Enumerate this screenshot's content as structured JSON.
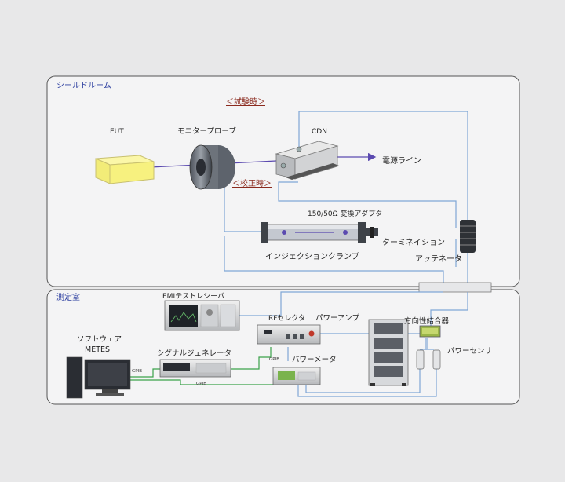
{
  "rooms": {
    "shield": "シールドルーム",
    "measure": "測定室"
  },
  "section_labels": {
    "test": "＜試験時＞",
    "calibration": "＜校正時＞"
  },
  "devices": {
    "eut": "EUT",
    "monitor_probe": "モニタープローブ",
    "cdn": "CDN",
    "power_line": "電源ライン",
    "adapter": "150/50Ω 変換アダプタ",
    "termination": "ターミネイション",
    "injection_clamp": "インジェクションクランプ",
    "attenuator": "アッテネータ",
    "emi_receiver": "EMIテストレシーバ",
    "rf_selector": "RFセレクタ",
    "power_amp": "パワーアンプ",
    "directional_coupler": "方向性結合器",
    "software_line1": "ソフトウェア",
    "software_line2": "METES",
    "signal_generator": "シグナルジェネレータ",
    "power_meter": "パワーメータ",
    "power_sensor": "パワーセンサ"
  },
  "bus_labels": {
    "gpib_1": "GPIB",
    "gpib_2": "GPIB",
    "gpib_3": "GPIB"
  },
  "colors": {
    "blue_line": "#7fa6d6",
    "purple_line": "#5b4ab0",
    "green_line": "#3aa24a",
    "label_red": "#8b2a1e",
    "room_label": "#2d3fa0"
  }
}
